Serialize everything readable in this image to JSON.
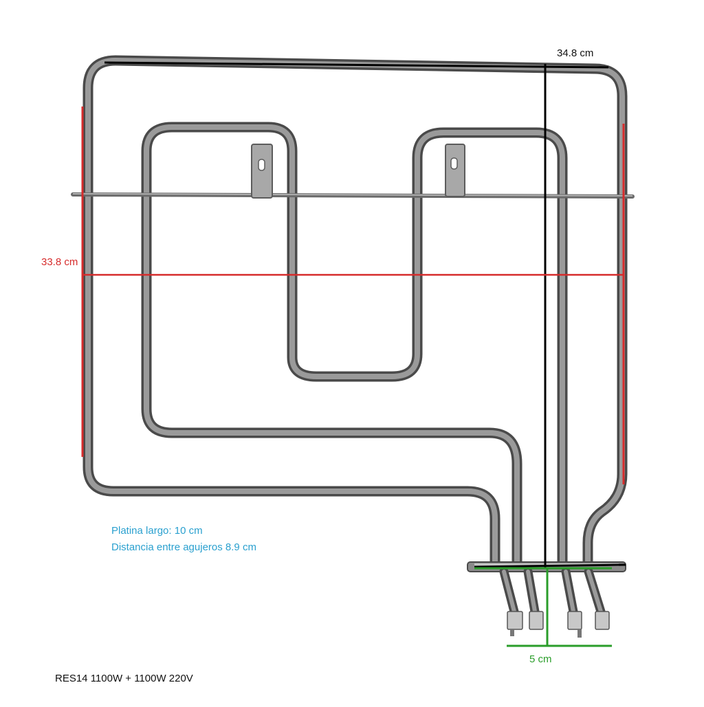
{
  "image": {
    "subject": "oven heating element",
    "measure_color_width": "#000000",
    "measure_color_height": "#d62b2b",
    "measure_color_terminals": "#2a9d2a",
    "note_color": "#2aa0cf"
  },
  "labels": {
    "width": "34.8 cm",
    "height": "33.8 cm",
    "terminal_gap": "5 cm",
    "bracket_length": "Platina largo: 10 cm",
    "hole_distance": "Distancia entre agujeros 8.9 cm",
    "model": "RES14 1100W + 1100W 220V"
  }
}
